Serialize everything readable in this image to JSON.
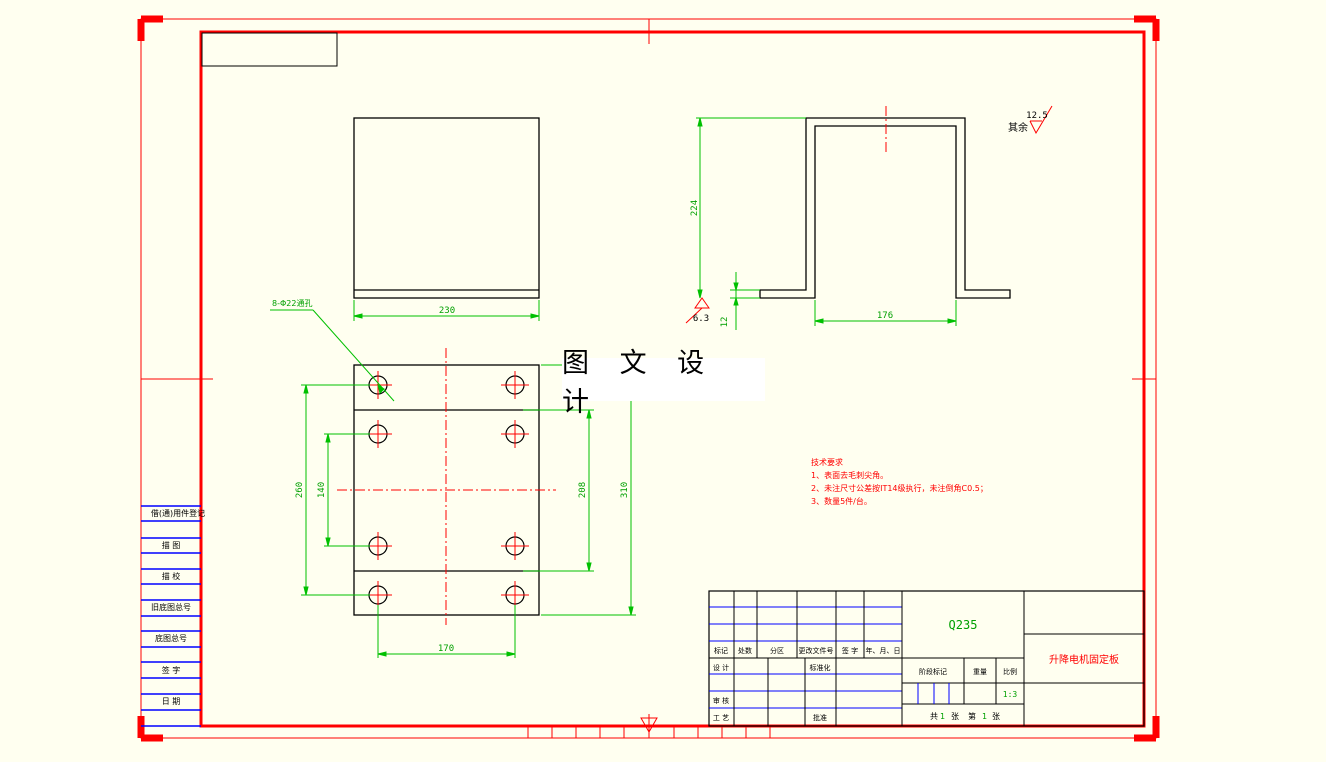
{
  "watermark": "图 文 设 计",
  "views": {
    "top": {
      "width_dim": "230"
    },
    "side": {
      "height_dim": "224",
      "base_dim": "12",
      "inner_dim": "176",
      "surface_finish": "6.3"
    },
    "plan": {
      "hole_callout": "8-Φ22通孔",
      "dim_260": "260",
      "dim_140": "140",
      "dim_208": "208",
      "dim_310": "310",
      "dim_170": "170"
    }
  },
  "roughness_note": {
    "value": "12.5",
    "label": "其余"
  },
  "tech_requirements": {
    "title": "技术要求",
    "items": [
      "1、表面去毛刺尖角。",
      "2、未注尺寸公差按IT14级执行，未注倒角C0.5；",
      "3、数量5件/台。"
    ]
  },
  "left_strip": [
    "借(通)用件登记",
    "描 图",
    "描 校",
    "旧底图总号",
    "底图总号",
    "签 字",
    "日 期"
  ],
  "title_block": {
    "header_labels": [
      "标记",
      "处数",
      "分区",
      "更改文件号",
      "签 字",
      "年、月、日"
    ],
    "design": "设 计",
    "standardize": "标准化",
    "review": "审 核",
    "process": "工 艺",
    "approve": "批准",
    "material": "Q235",
    "part_name": "升降电机固定板",
    "stage_mark": "阶段标记",
    "weight": "重量",
    "scale_label": "比例",
    "scale": "1:3",
    "total_label": "共",
    "total": "1",
    "sheet_unit": "张",
    "sheet_label": "第",
    "sheet": "1",
    "sheet_unit2": "张"
  },
  "colors": {
    "border": "#ff0000",
    "dimension": "#00c000",
    "outline": "#000000",
    "table_line": "#0000ff",
    "background": "#fffff0"
  }
}
